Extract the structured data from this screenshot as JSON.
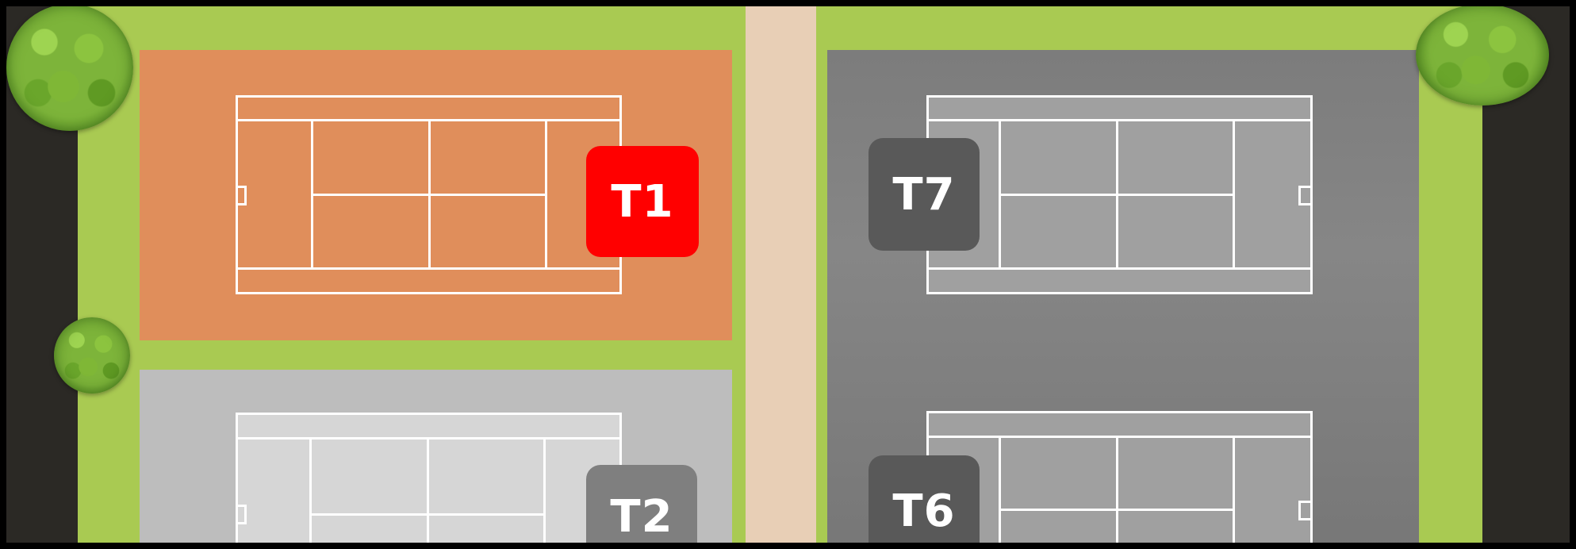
{
  "courts": [
    {
      "label": "T1",
      "surface": "clay",
      "status": "selected",
      "badge_color": "#ff0000"
    },
    {
      "label": "T2",
      "surface": "hard-light",
      "status": "inactive",
      "badge_color": "#7f7f7f"
    },
    {
      "label": "T7",
      "surface": "hard-dark",
      "status": "inactive",
      "badge_color": "#595959"
    },
    {
      "label": "T6",
      "surface": "hard-dark",
      "status": "inactive",
      "badge_color": "#595959"
    }
  ],
  "colors": {
    "grass": "#a9ca52",
    "path": "#e8cfb6",
    "clay": "#e08e5b",
    "hard_light": "#bdbdbd",
    "hard_dark": "#808080",
    "border": "#000000"
  },
  "icons": [
    "bush-icon"
  ]
}
